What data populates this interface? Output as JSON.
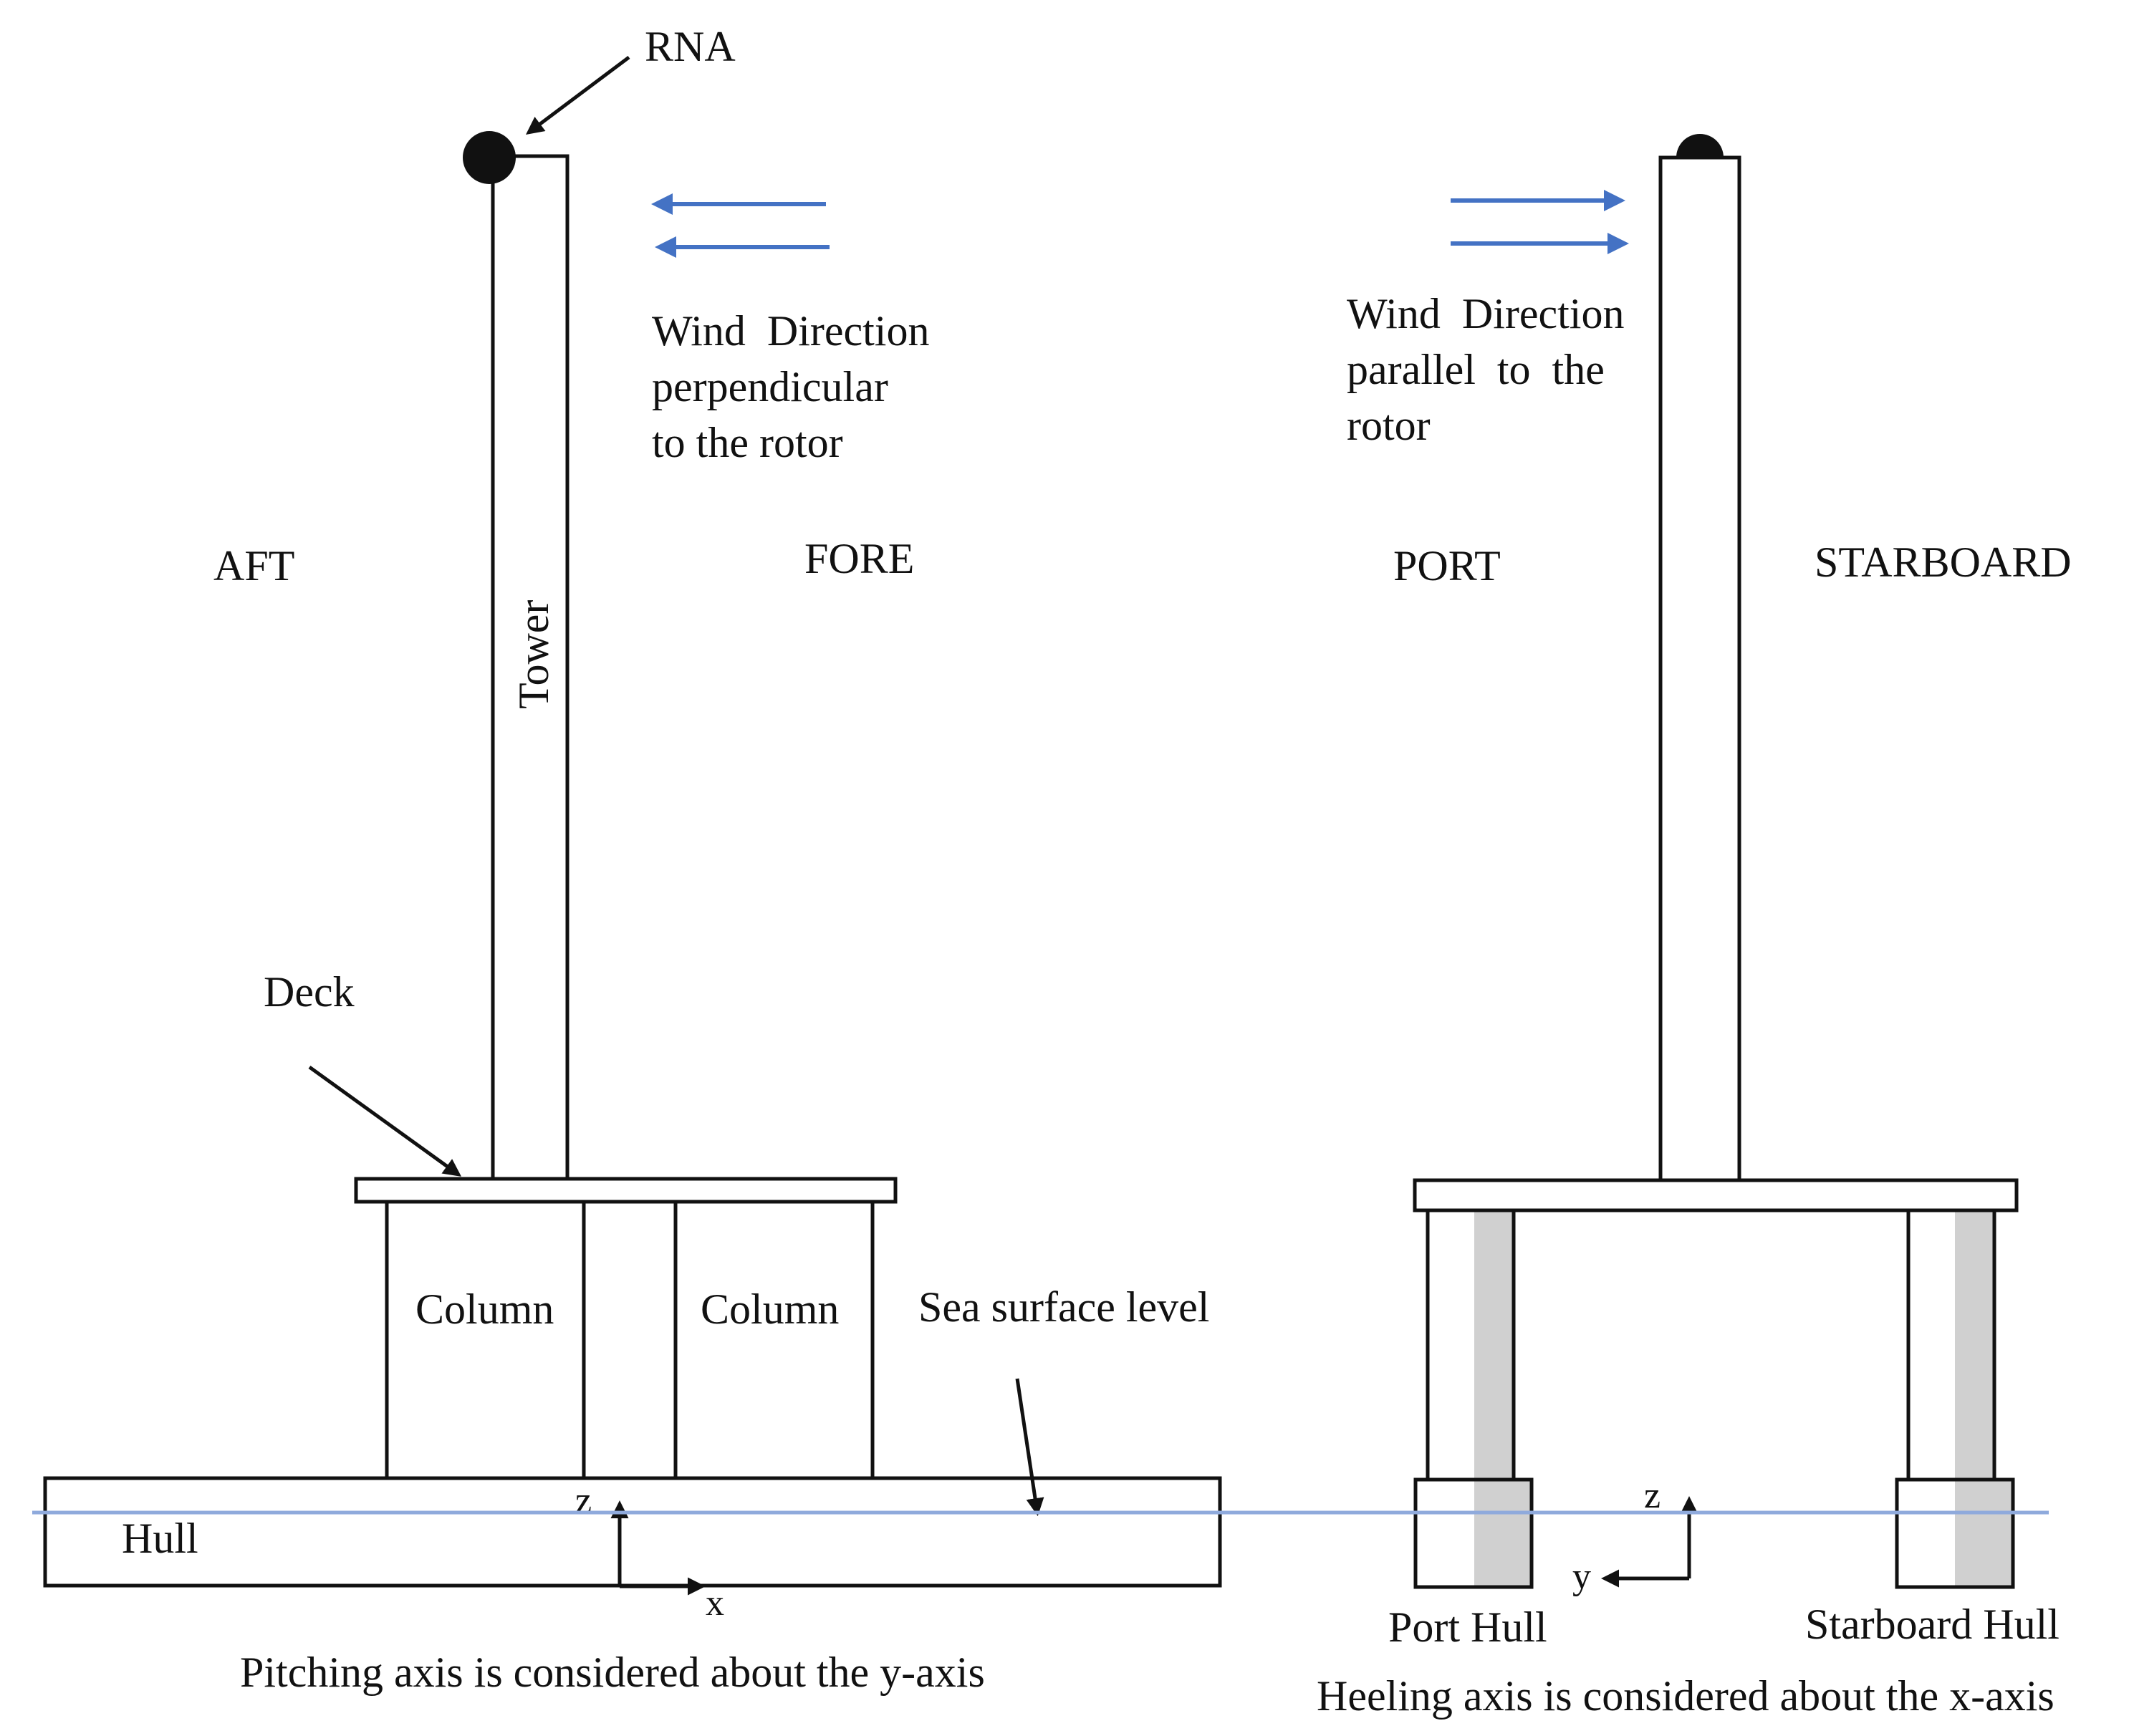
{
  "left_view": {
    "rna_label": "RNA",
    "tower_label": "Tower",
    "wind_text": [
      "Wind  Direction",
      "perpendicular",
      "to the rotor"
    ],
    "aft_label": "AFT",
    "fore_label": "FORE",
    "deck_label": "Deck",
    "column_label_1": "Column",
    "column_label_2": "Column",
    "sea_surface_label": "Sea surface level",
    "hull_label": "Hull",
    "axis_z": "z",
    "axis_x": "x",
    "caption": "Pitching axis is considered about the y-axis"
  },
  "right_view": {
    "wind_text": [
      "Wind  Direction",
      "parallel  to  the",
      "rotor"
    ],
    "port_label": "PORT",
    "starboard_label": "STARBOARD",
    "port_hull_label": "Port Hull",
    "starboard_hull_label": "Starboard Hull",
    "axis_z": "z",
    "axis_y": "y",
    "caption": "Heeling axis is considered about the x-axis"
  },
  "colors": {
    "wind_arrow": "#4472C4",
    "sea_line": "#8FAADC",
    "column_shade": "#D0D0D0",
    "outline": "#111111"
  }
}
